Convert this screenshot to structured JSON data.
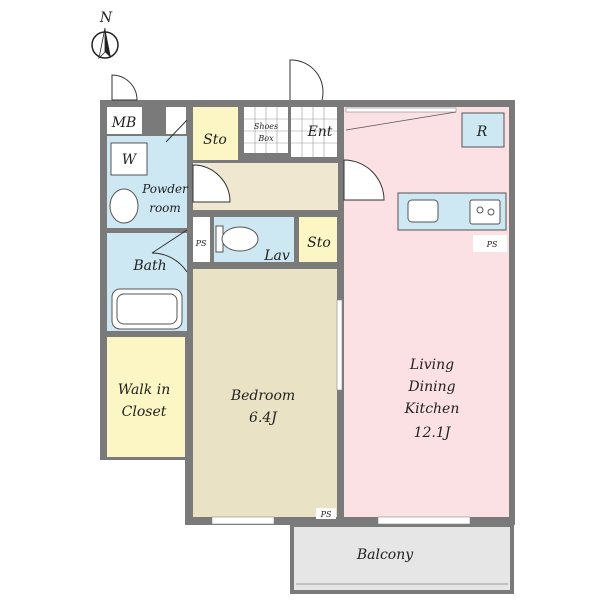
{
  "compass": {
    "letter": "N"
  },
  "rooms": {
    "mb": "MB",
    "sto_top": "Sto",
    "shoes_line1": "Shoes",
    "shoes_line2": "Box",
    "ent": "Ent",
    "r": "R",
    "w": "W",
    "powder_line1": "Powder",
    "powder_line2": "room",
    "ps_left": "PS",
    "lav": "Lav",
    "sto_mid": "Sto",
    "ps_right": "PS",
    "bath": "Bath",
    "closet_line1": "Walk in",
    "closet_line2": "Closet",
    "bedroom_line1": "Bedroom",
    "bedroom_line2": "6.4J",
    "ldk_line1": "Living",
    "ldk_line2": "Dining",
    "ldk_line3": "Kitchen",
    "ldk_line4": "12.1J",
    "ps_bottom": "PS",
    "balcony": "Balcony"
  },
  "colors": {
    "wall": "#7a7a7a",
    "wet_area": "#cde8f2",
    "storage": "#fbf6c4",
    "bedroom": "#e9e2c4",
    "hall": "#efe7d0",
    "ldk": "#fbe0e4",
    "balcony": "#e6e6e6"
  }
}
